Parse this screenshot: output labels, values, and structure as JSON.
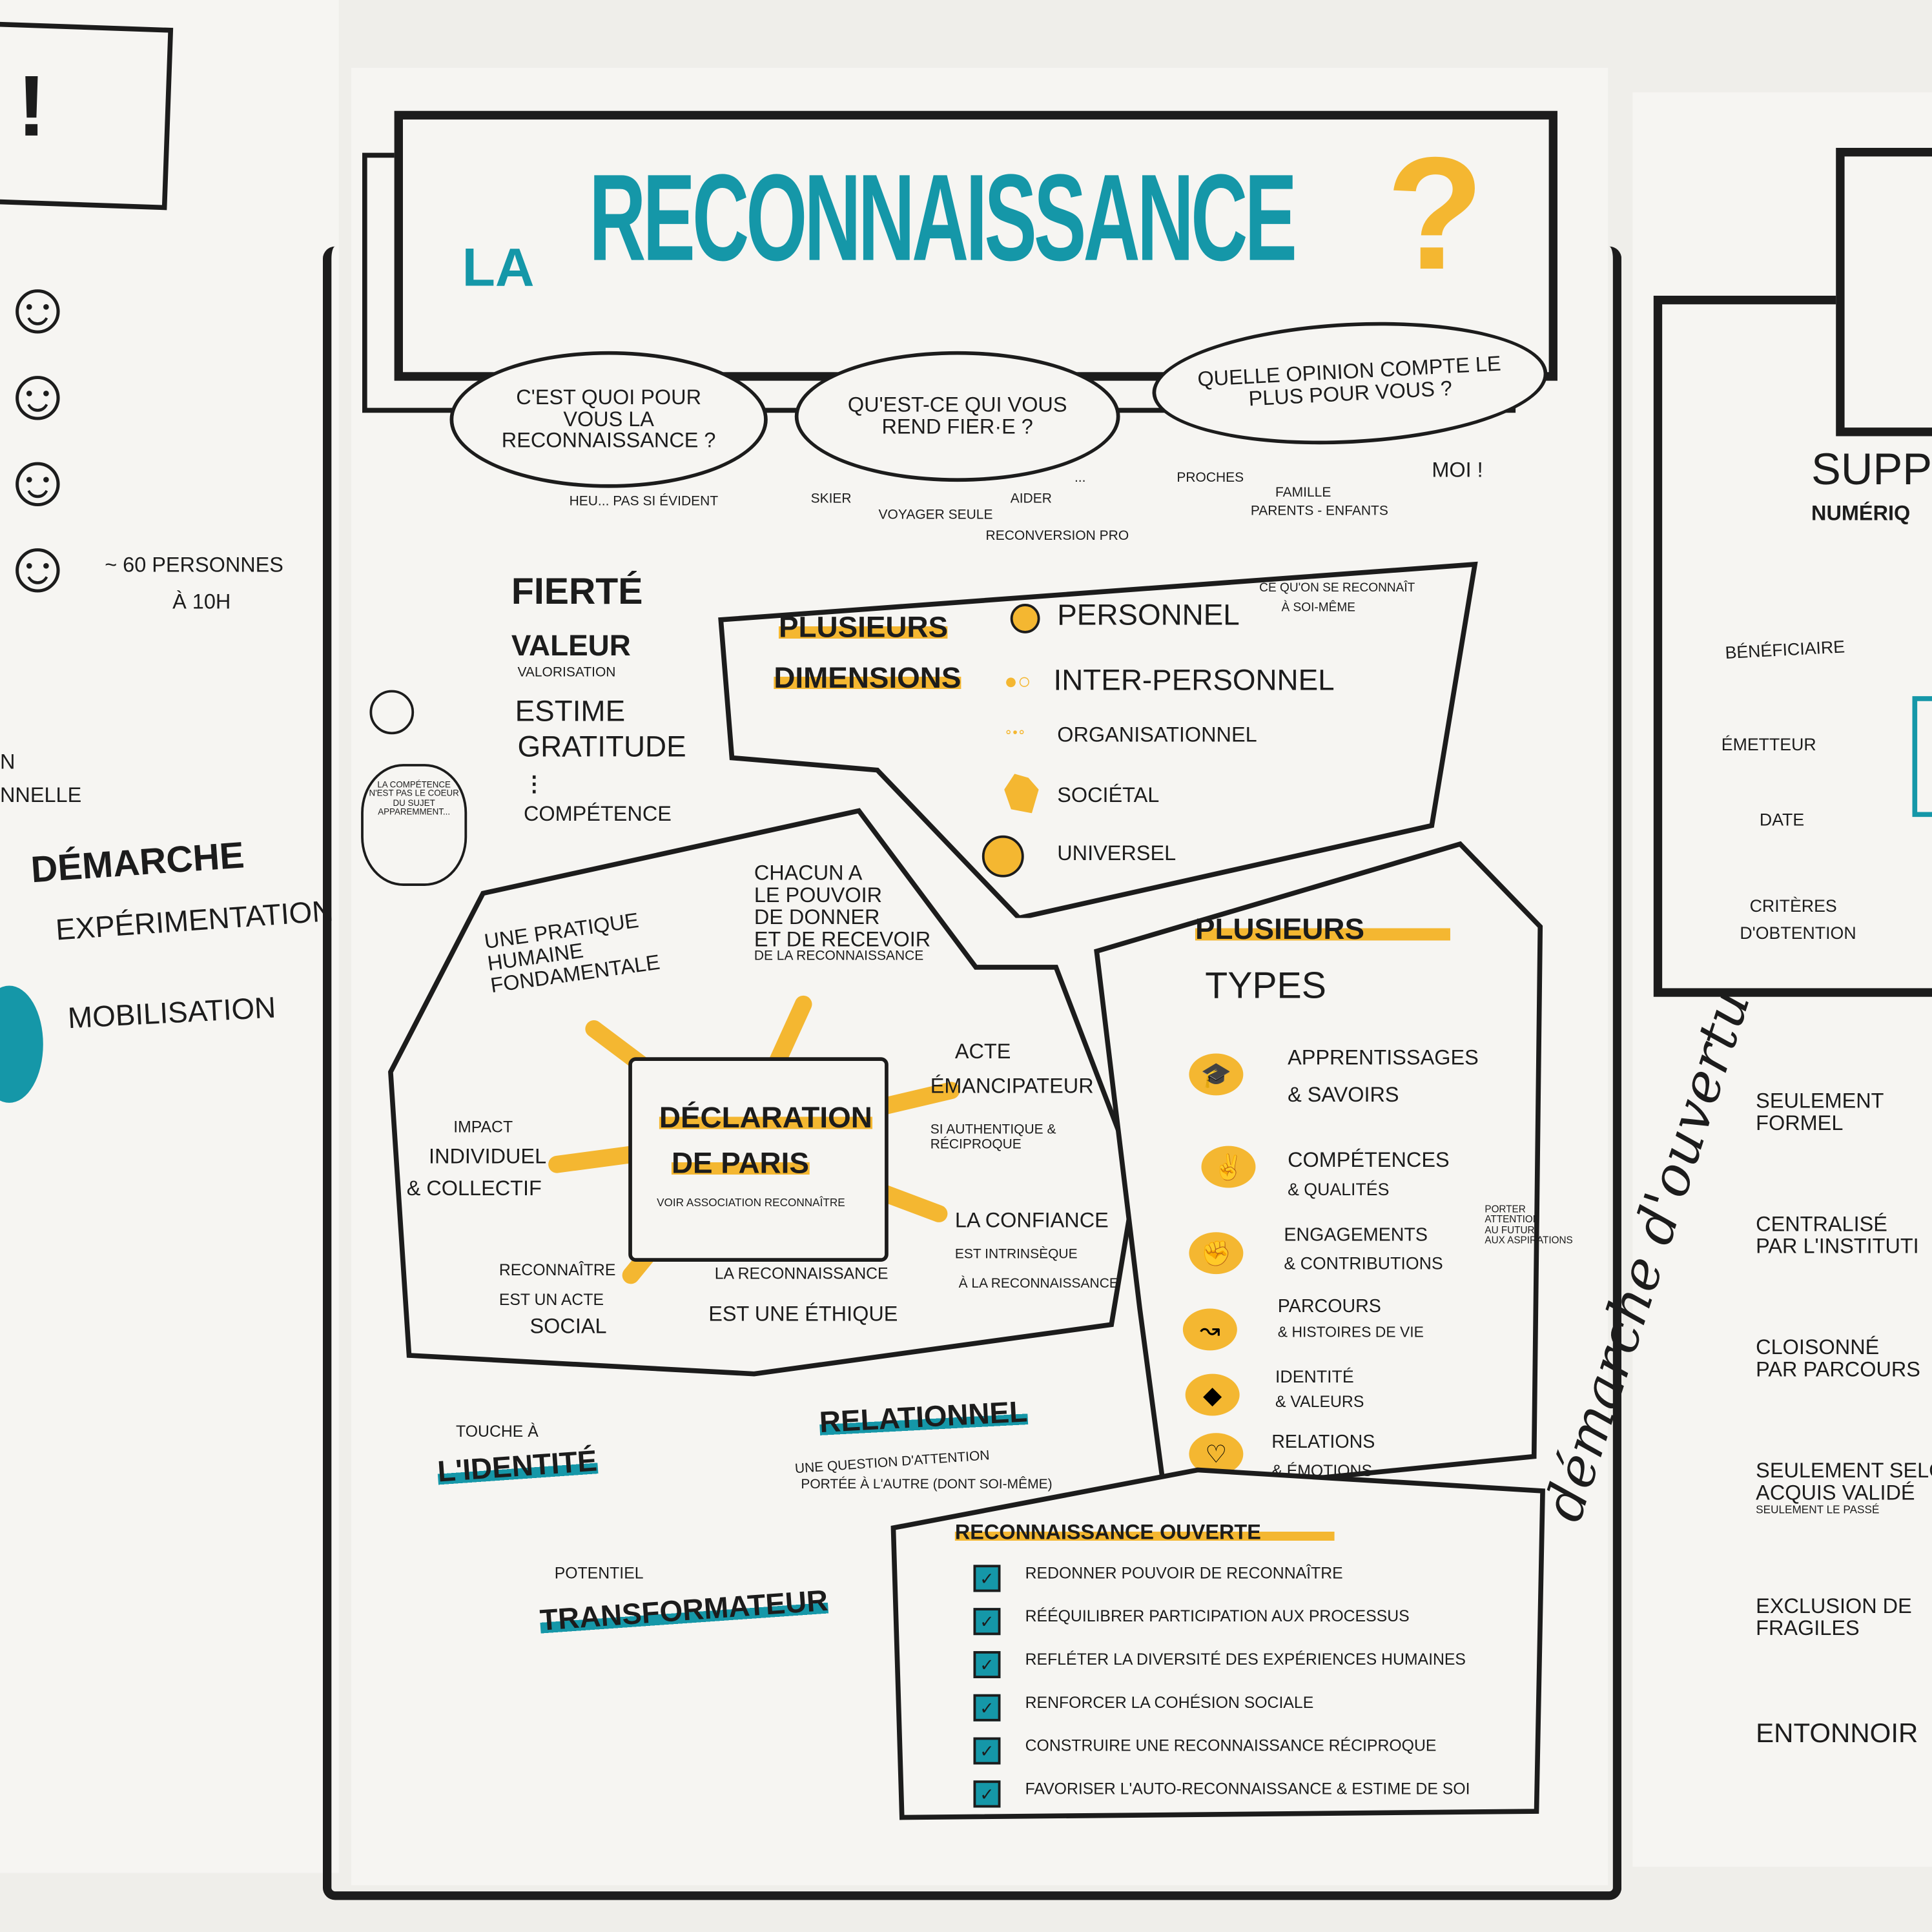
{
  "left_panel": {
    "exclamation": "!",
    "people_count": "~ 60 PERSONNES",
    "time": "À 10H",
    "partial_1": "N",
    "partial_2": "NNELLE",
    "demarche": "DÉMARCHE",
    "experimentation": "EXPÉRIMENTATION",
    "mobilisation": "MOBILISATION"
  },
  "title": {
    "article": "LA",
    "main": "RECONNAISSANCE",
    "mark": "?"
  },
  "questions": [
    {
      "text": "C'EST QUOI POUR VOUS LA RECONNAISSANCE ?",
      "answers": [
        "HEU... PAS SI ÉVIDENT"
      ]
    },
    {
      "text": "QU'EST-CE QUI VOUS REND FIER·E ?",
      "answers": [
        "SKIER",
        "VOYAGER SEULE",
        "AIDER",
        "RECONVERSION PRO",
        "..."
      ]
    },
    {
      "text": "QUELLE OPINION COMPTE LE PLUS POUR VOUS ?",
      "answers": [
        "PROCHES",
        "FAMILLE",
        "PARENTS - ENFANTS",
        "MOI !"
      ]
    }
  ],
  "values_list": {
    "items": [
      "FIERTÉ",
      "VALEUR",
      "VALORISATION",
      "ESTIME",
      "GRATITUDE",
      "⋮",
      "COMPÉTENCE"
    ],
    "thought": "LA COMPÉTENCE N'EST PAS LE COEUR DU SUJET APPAREMMENT..."
  },
  "dimensions": {
    "heading_1": "PLUSIEURS",
    "heading_2": "DIMENSIONS",
    "items": [
      "PERSONNEL",
      "INTER-PERSONNEL",
      "ORGANISATIONNEL",
      "SOCIÉTAL",
      "UNIVERSEL"
    ],
    "note_1": "CE QU'ON SE RECONNAÎT",
    "note_2": "À SOI-MÊME"
  },
  "declaration": {
    "title_1": "DÉCLARATION",
    "title_2": "DE PARIS",
    "subtitle": "VOIR ASSOCIATION RECONNAÎTRE",
    "pratique": "UNE PRATIQUE HUMAINE FONDAMENTALE",
    "pouvoir": [
      "CHACUN A",
      "LE POUVOIR",
      "DE DONNER",
      "ET DE RECEVOIR",
      "DE LA RECONNAISSANCE"
    ],
    "acte_1": "ACTE",
    "acte_2": "ÉMANCIPATEUR",
    "acte_note": "SI AUTHENTIQUE & RÉCIPROQUE",
    "confiance": "LA CONFIANCE",
    "confiance_note_1": "EST INTRINSÈQUE",
    "confiance_note_2": "À LA RECONNAISSANCE",
    "ethique_1": "LA RECONNAISSANCE",
    "ethique_2": "EST UNE ÉTHIQUE",
    "social_1": "RECONNAÎTRE",
    "social_2": "EST UN ACTE",
    "social_3": "SOCIAL",
    "impact_1": "IMPACT",
    "impact_2": "INDIVIDUEL",
    "impact_3": "& COLLECTIF"
  },
  "types": {
    "heading_1": "PLUSIEURS",
    "heading_2": "TYPES",
    "items": [
      [
        "APPRENTISSAGES",
        "& SAVOIRS"
      ],
      [
        "COMPÉTENCES",
        "& QUALITÉS"
      ],
      [
        "ENGAGEMENTS",
        "& CONTRIBUTIONS"
      ],
      [
        "PARCOURS",
        "& HISTOIRES DE VIE"
      ],
      [
        "IDENTITÉ",
        "& VALEURS"
      ],
      [
        "RELATIONS",
        "& ÉMOTIONS"
      ]
    ],
    "note": [
      "PORTER",
      "ATTENTION",
      "AU FUTUR,",
      "AUX ASPIRATIONS"
    ]
  },
  "bottom": {
    "touche": "TOUCHE À",
    "identite": "L'IDENTITÉ",
    "relationnel": "RELATIONNEL",
    "relationnel_note_1": "UNE QUESTION D'ATTENTION",
    "relationnel_note_2": "PORTÉE À L'AUTRE (dont soi-même)",
    "potentiel": "POTENTIEL",
    "transformateur": "TRANSFORMATEUR"
  },
  "ouverte": {
    "heading": "RECONNAISSANCE OUVERTE",
    "items": [
      "REDONNER POUVOIR DE RECONNAÎTRE",
      "RÉÉQUILIBRER PARTICIPATION AUX PROCESSUS",
      "REFLÉTER LA DIVERSITÉ DES EXPÉRIENCES HUMAINES",
      "RENFORCER LA COHÉSION SOCIALE",
      "CONSTRUIRE UNE RECONNAISSANCE RÉCIPROQUE",
      "FAVORISER L'AUTO-RECONNAISSANCE & ESTIME DE SOI"
    ]
  },
  "right_panel": {
    "support": "SUPPOR",
    "numerique": "NUMÉRIQ",
    "fields": [
      "BÉNÉFICIAIRE",
      "ÉMETTEUR",
      "DATE",
      "CRITÈRES",
      "D'OBTENTION"
    ],
    "script": "démarche d'ouvertu",
    "list": [
      [
        "SEULEMENT",
        "FORMEL"
      ],
      [
        "CENTRALISÉ",
        "PAR L'INSTITUTI"
      ],
      [
        "CLOISONNÉ",
        "PAR PARCOURS"
      ],
      [
        "SEULEMENT SELON",
        "ACQUIS VALIDÉ",
        "SEULEMENT LE PASSÉ"
      ],
      [
        "EXCLUSION DE",
        "FRAGILES"
      ],
      [
        "ENTONNOIR"
      ]
    ]
  },
  "colors": {
    "teal": "#1597a8",
    "yellow": "#f4b731",
    "ink": "#1c1c1c"
  }
}
